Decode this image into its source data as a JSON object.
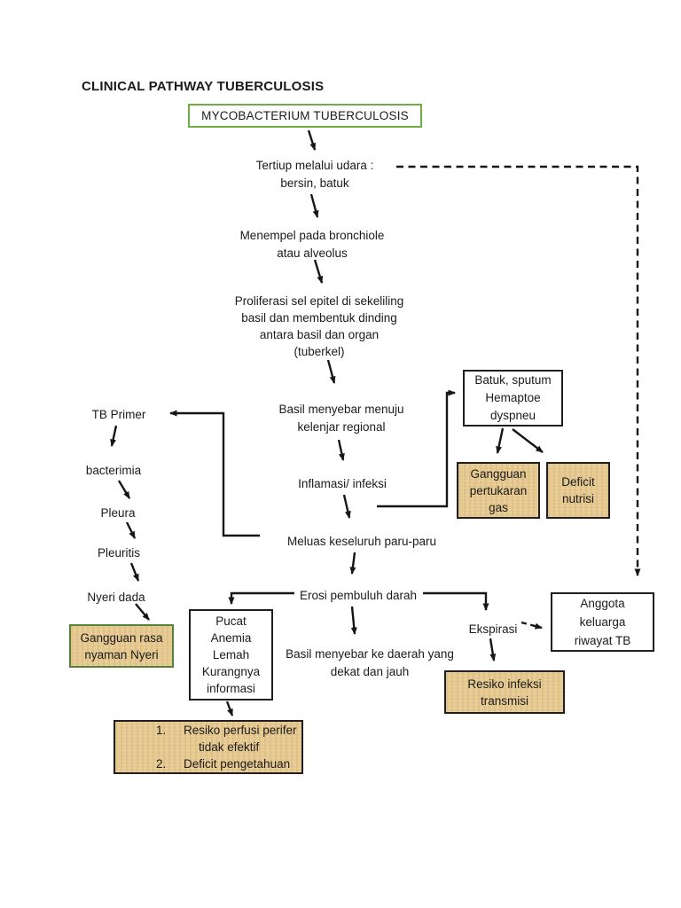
{
  "title": "CLINICAL PATHWAY TUBERCULOSIS",
  "colors": {
    "page_background": "#ffffff",
    "myco_box_border_green": "#70ad47",
    "nursing_box_green_border": "#538135",
    "tan_box_fill": "#e6c991",
    "box_border": "#1f1f1f",
    "text": "#1b1b1b",
    "connector": "#161616"
  },
  "flow": {
    "myco_box": "MYCOBACTERIUM TUBERCULOSIS",
    "tertiup": [
      "Tertiup melalui udara :",
      "bersin, batuk"
    ],
    "menempel": [
      "Menempel pada bronchiole",
      "atau alveolus"
    ],
    "proliferasi": [
      "Proliferasi sel epitel di sekeliling",
      "basil dan membentuk dinding",
      "antara basil dan organ",
      "(tuberkel)"
    ],
    "basil_regional": [
      "Basil menyebar menuju",
      "kelenjar regional"
    ],
    "inflamasi": "Inflamasi/ infeksi",
    "meluas": "Meluas keseluruh paru-paru",
    "erosi": "Erosi pembuluh darah",
    "basil_daerah": [
      "Basil menyebar ke daerah yang",
      "dekat dan jauh"
    ],
    "ekspirasi": "Ekspirasi"
  },
  "left_branch": {
    "tb_primer": "TB Primer",
    "bacterimia": "bacterimia",
    "pleura": "Pleura",
    "pleuritis": "Pleuritis",
    "nyeri_dada": "Nyeri dada",
    "gangguan_nyeri": [
      "Gangguan rasa",
      "nyaman Nyeri"
    ]
  },
  "right_branch": {
    "batuk_box": [
      "Batuk, sputum",
      "Hemaptoe",
      "dyspneu"
    ],
    "gangguan_gas": [
      "Gangguan",
      "pertukaran",
      "gas"
    ],
    "deficit_nutrisi": [
      "Deficit",
      "nutrisi"
    ],
    "anggota_box": [
      "Anggota",
      "keluarga",
      "riwayat TB"
    ],
    "resiko_transmisi": [
      "Resiko infeksi",
      "transmisi"
    ]
  },
  "bottom_branch": {
    "pucat_box": [
      "Pucat",
      "Anemia",
      "Lemah",
      "Kurangnya",
      "informasi"
    ],
    "item1_num": "1.",
    "item1_line1": "Resiko perfusi perifer",
    "item1_line2": "tidak efektif",
    "item2_num": "2.",
    "item2_line1": "Deficit pengetahuan"
  }
}
